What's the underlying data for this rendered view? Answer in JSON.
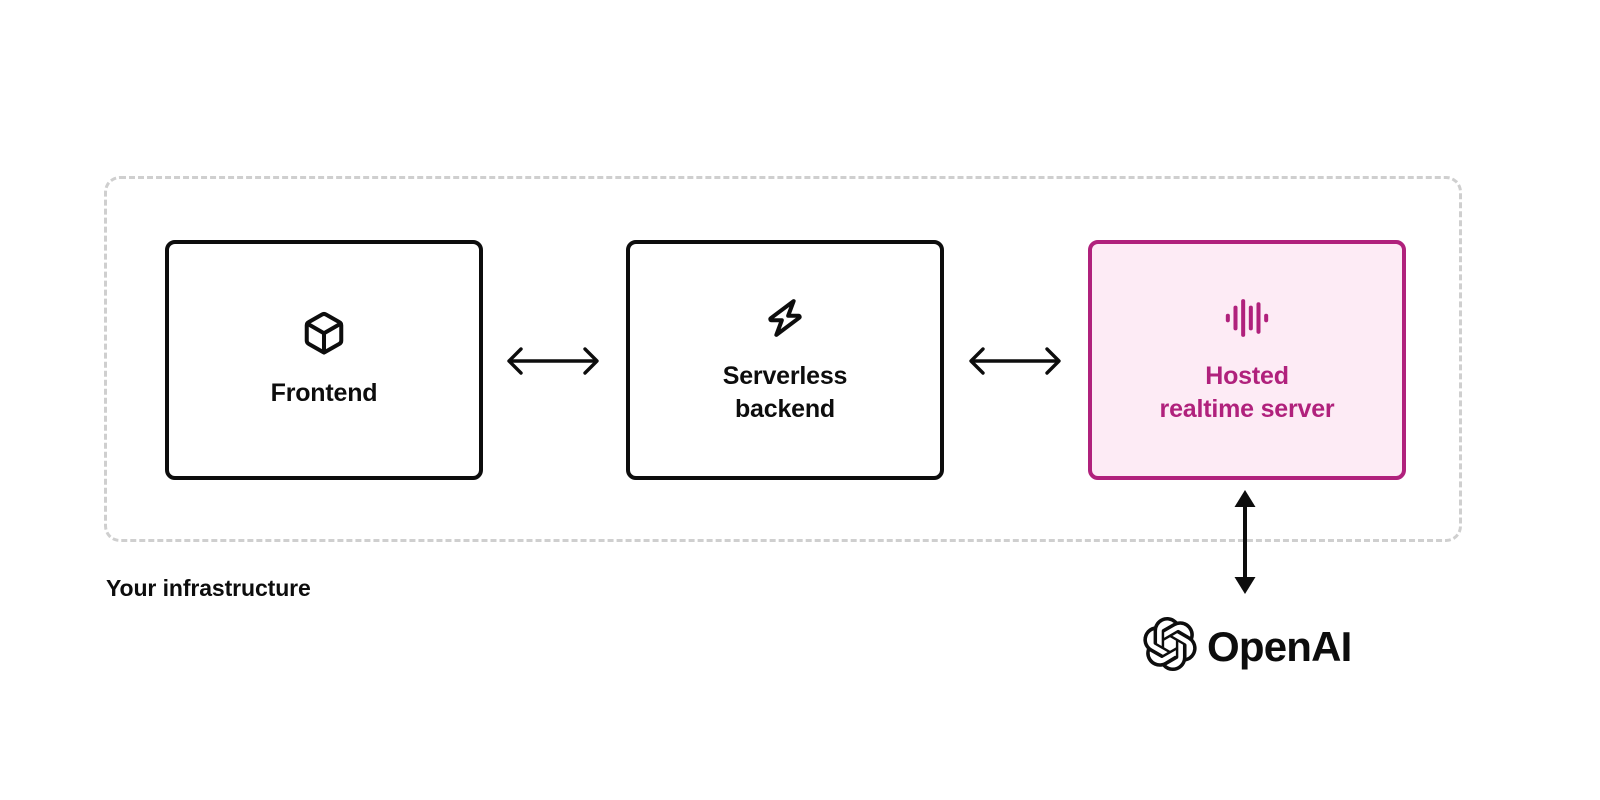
{
  "diagram": {
    "title": "Hosted realtime server architecture",
    "boundary": {
      "label": "Your infrastructure",
      "style": "dashed",
      "color": "#cfcfcf"
    },
    "colors": {
      "dark": "#0d0d0d",
      "accent": "#B0217C",
      "accent_fill": "#FDEBF5",
      "boundary": "#cfcfcf",
      "background": "#ffffff"
    },
    "nodes": [
      {
        "id": "frontend",
        "label": "Frontend",
        "icon": "cube-icon",
        "inside_boundary": true,
        "style": "plain"
      },
      {
        "id": "backend",
        "label": "Serverless\nbackend",
        "icon": "lightning-bolt-icon",
        "inside_boundary": true,
        "style": "plain"
      },
      {
        "id": "realtime",
        "label": "Hosted\nrealtime server",
        "icon": "audio-waveform-icon",
        "inside_boundary": true,
        "style": "accent"
      }
    ],
    "connectors": [
      {
        "id": "frontend-backend",
        "from": "frontend",
        "to": "backend",
        "direction": "bidirectional",
        "orientation": "horizontal",
        "head_style": "open"
      },
      {
        "id": "backend-realtime",
        "from": "backend",
        "to": "realtime",
        "direction": "bidirectional",
        "orientation": "horizontal",
        "head_style": "open"
      },
      {
        "id": "realtime-openai",
        "from": "realtime",
        "to": "openai",
        "direction": "bidirectional",
        "orientation": "vertical",
        "head_style": "filled"
      }
    ],
    "external": {
      "id": "openai",
      "label": "OpenAI",
      "icon": "openai-logo-icon"
    }
  }
}
